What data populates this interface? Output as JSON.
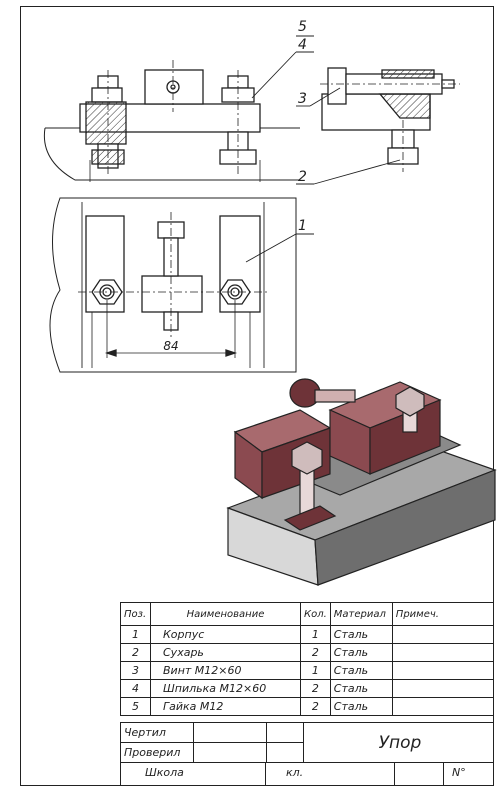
{
  "callouts": {
    "c1": "1",
    "c2": "2",
    "c3": "3",
    "c4": "4",
    "c5": "5"
  },
  "dimension": "84",
  "spec": {
    "headers": {
      "pos": "Поз.",
      "name": "Наименование",
      "qty": "Кол.",
      "material": "Материал",
      "note": "Примеч."
    },
    "rows": [
      {
        "pos": "1",
        "name": "Корпус",
        "qty": "1",
        "material": "Сталь"
      },
      {
        "pos": "2",
        "name": "Сухарь",
        "qty": "2",
        "material": "Сталь"
      },
      {
        "pos": "3",
        "name": "Винт М12×60",
        "qty": "1",
        "material": "Сталь"
      },
      {
        "pos": "4",
        "name": "Шпилька М12×60",
        "qty": "2",
        "material": "Сталь"
      },
      {
        "pos": "5",
        "name": "Гайка М12",
        "qty": "2",
        "material": "Сталь"
      }
    ]
  },
  "title_block": {
    "drew": "Чертил",
    "checked": "Проверил",
    "title": "Упор",
    "school": "Школа",
    "class": "кл.",
    "number": "N°"
  }
}
